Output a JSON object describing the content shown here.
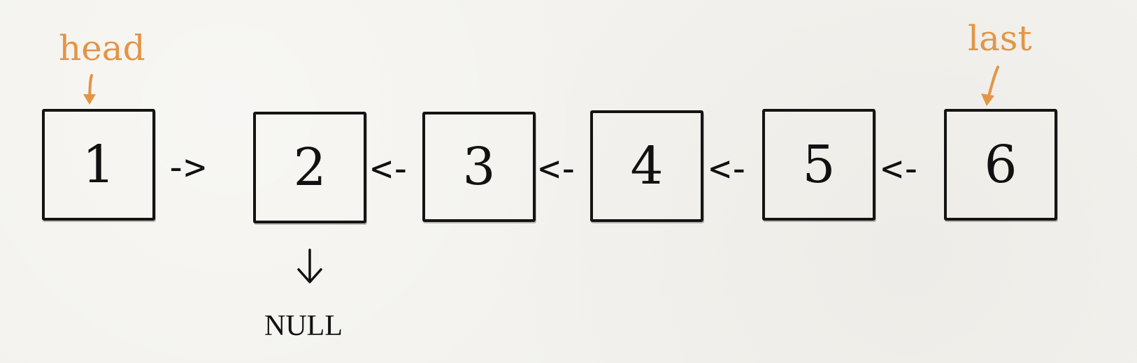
{
  "pointers": {
    "head": "head",
    "last": "last"
  },
  "nodes": [
    {
      "value": "1"
    },
    {
      "value": "2"
    },
    {
      "value": "3"
    },
    {
      "value": "4"
    },
    {
      "value": "5"
    },
    {
      "value": "6"
    }
  ],
  "links": {
    "n1_n2": "->",
    "n3_n2": "<-",
    "n4_n3": "<-",
    "n5_n4": "<-",
    "n6_n5": "<-"
  },
  "null_label": "NULL",
  "colors": {
    "pointer": "#e39545",
    "ink": "#111111",
    "background": "#f3f2ee"
  }
}
